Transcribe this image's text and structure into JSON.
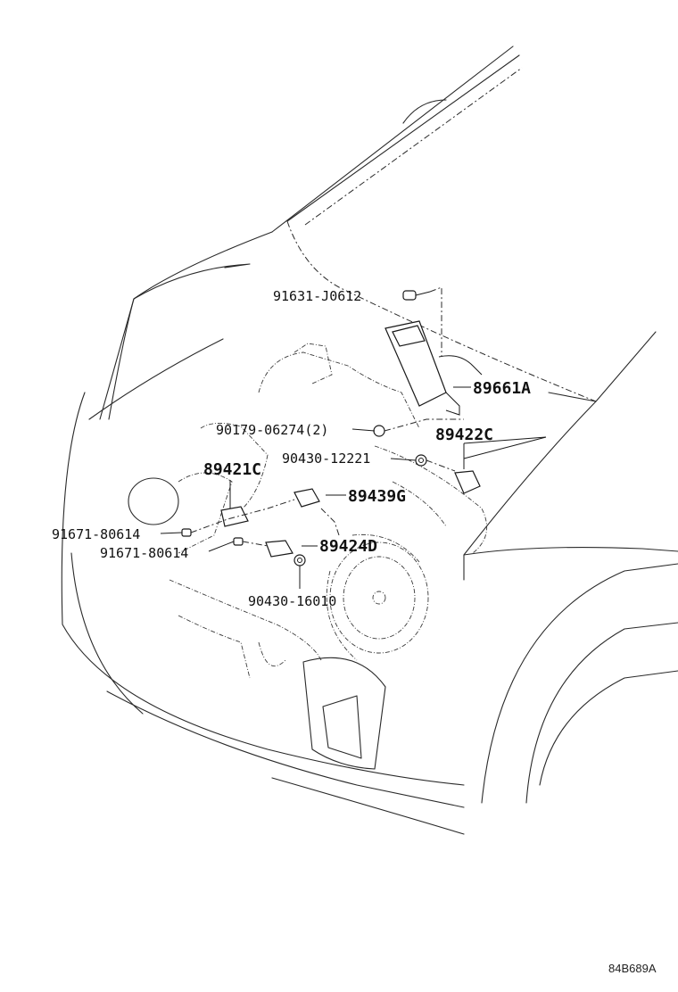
{
  "labels": {
    "bolt_top": "91631-J0612",
    "ecu": "89661A",
    "nut": "90179-06274(2)",
    "sensor_c": "89422C",
    "gasket_upper": "90430-12221",
    "sensor_21c": "89421C",
    "bracket": "89439G",
    "bolt_left_1": "91671-80614",
    "bolt_left_2": "91671-80614",
    "sensor_d": "89424D",
    "gasket_lower": "90430-16010"
  },
  "diagram_code": "84B689A"
}
